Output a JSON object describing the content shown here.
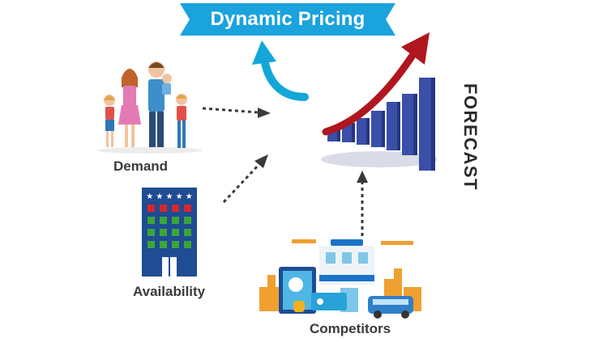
{
  "title": "Dynamic Pricing",
  "forecast_label": "FORECAST",
  "nodes": {
    "demand": "Demand",
    "availability": "Availability",
    "competitors": "Competitors"
  },
  "colors": {
    "banner": "#1aa3dd",
    "curved_arrow": "#12a7d8",
    "bars": "#3a4fa8",
    "trend_arrow": "#b0161e",
    "building": "#1f4c93",
    "windows": "#3aa639",
    "window_red": "#d9262b",
    "competitors_skyline": "#f0a030"
  }
}
